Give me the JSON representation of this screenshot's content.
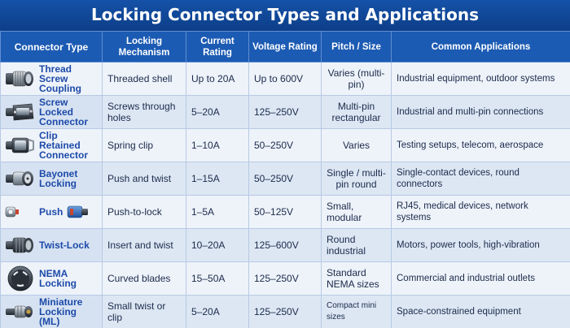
{
  "title": "Locking Connector Types and Applications",
  "headers": [
    "Connector Type",
    "Locking Mechanism",
    "Current Rating",
    "Voltage Rating",
    "Pitch / Size",
    "Common Applications"
  ],
  "rows": [
    {
      "type": "Thread Screw Coupling",
      "icon": "thread-screw-connector-icon",
      "mechanism": "Threaded shell",
      "current": "Up to 20A",
      "voltage": "Up to 600V",
      "pitch": "Varies (multi-pin)",
      "applications": "Industrial equipment, outdoor systems"
    },
    {
      "type": "Screw Locked Connector",
      "icon": "screw-locked-connector-icon",
      "mechanism": "Screws through holes",
      "current": "5–20A",
      "voltage": "125–250V",
      "pitch": "Multi-pin rectangular",
      "applications": "Industrial and multi-pin connections"
    },
    {
      "type": "Clip Retained Connector",
      "icon": "clip-retained-connector-icon",
      "mechanism": "Spring clip",
      "current": "1–10A",
      "voltage": "50–250V",
      "pitch": "Varies",
      "applications": "Testing setups, telecom, aerospace"
    },
    {
      "type": "Bayonet Locking",
      "icon": "bayonet-connector-icon",
      "mechanism": "Push and twist",
      "current": "1–15A",
      "voltage": "50–250V",
      "pitch": "Single / multi-pin round",
      "applications": "Single-contact devices, round connectors"
    },
    {
      "type": "Push",
      "icon": "push-connector-icon",
      "mechanism": "Push-to-lock",
      "current": "1–5A",
      "voltage": "50–125V",
      "pitch": "Small, modular",
      "applications": "RJ45, medical devices, network systems"
    },
    {
      "type": "Twist-Lock",
      "icon": "twist-lock-connector-icon",
      "mechanism": "Insert and twist",
      "current": "10–20A",
      "voltage": "125–600V",
      "pitch": "Round industrial",
      "applications": "Motors, power tools, high-vibration"
    },
    {
      "type": "NEMA Locking",
      "icon": "nema-locking-connector-icon",
      "mechanism": "Curved blades",
      "current": "15–50A",
      "voltage": "125–250V",
      "pitch": "Standard NEMA sizes",
      "applications": "Commercial and industrial outlets"
    },
    {
      "type": "Miniature Locking (ML)",
      "icon": "miniature-locking-connector-icon",
      "mechanism": "Small twist or clip",
      "current": "5–20A",
      "voltage": "125–250V",
      "pitch": "Compact mini sizes",
      "applications": "Space-constrained equipment"
    }
  ],
  "colors": {
    "header_bg": "#1c5bb3",
    "title_bg": "#0d3f8a",
    "accent_text": "#1d4aa8",
    "row_odd": "#eef3fa",
    "row_even": "#dde7f4"
  }
}
